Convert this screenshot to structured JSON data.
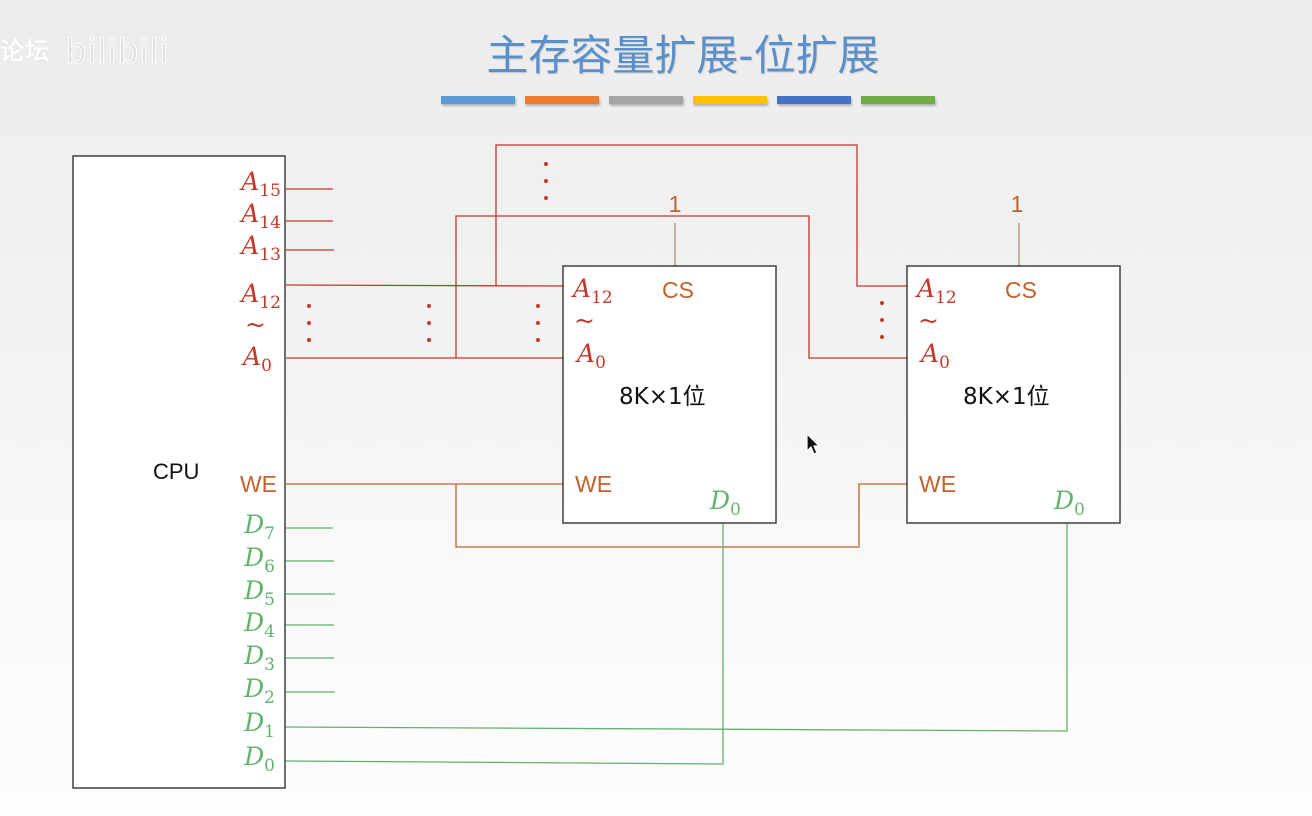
{
  "watermark": {
    "text": "论坛",
    "logo": "bilibili"
  },
  "title": "主存容量扩展-位扩展",
  "color_bars": [
    "#5b9bd5",
    "#ed7d31",
    "#a5a5a5",
    "#ffc000",
    "#4472c4",
    "#70ad47"
  ],
  "colors": {
    "address": "#c0392b",
    "control": "#c0622b",
    "data": "#5fb36b",
    "box": "#333333"
  },
  "cpu": {
    "label": "CPU",
    "address_pins": [
      {
        "base": "A",
        "sub": "15"
      },
      {
        "base": "A",
        "sub": "14"
      },
      {
        "base": "A",
        "sub": "13"
      },
      {
        "base": "A",
        "sub": "12"
      },
      {
        "base": "A",
        "sub": "0"
      }
    ],
    "range_symbol": "~",
    "we_label": "WE",
    "data_pins": [
      {
        "base": "D",
        "sub": "7"
      },
      {
        "base": "D",
        "sub": "6"
      },
      {
        "base": "D",
        "sub": "5"
      },
      {
        "base": "D",
        "sub": "4"
      },
      {
        "base": "D",
        "sub": "3"
      },
      {
        "base": "D",
        "sub": "2"
      },
      {
        "base": "D",
        "sub": "1"
      },
      {
        "base": "D",
        "sub": "0"
      }
    ]
  },
  "chips": [
    {
      "name": "chip-1",
      "capacity": "8K×1位",
      "addr_high": {
        "base": "A",
        "sub": "12"
      },
      "addr_low": {
        "base": "A",
        "sub": "0"
      },
      "range_symbol": "~",
      "cs_label": "CS",
      "cs_value": "1",
      "we_label": "WE",
      "data_pin": {
        "base": "D",
        "sub": "0"
      },
      "connected_cpu_data": "D0"
    },
    {
      "name": "chip-2",
      "capacity": "8K×1位",
      "addr_high": {
        "base": "A",
        "sub": "12"
      },
      "addr_low": {
        "base": "A",
        "sub": "0"
      },
      "range_symbol": "~",
      "cs_label": "CS",
      "cs_value": "1",
      "we_label": "WE",
      "data_pin": {
        "base": "D",
        "sub": "0"
      },
      "connected_cpu_data": "D1"
    }
  ],
  "ellipsis": "⋮"
}
